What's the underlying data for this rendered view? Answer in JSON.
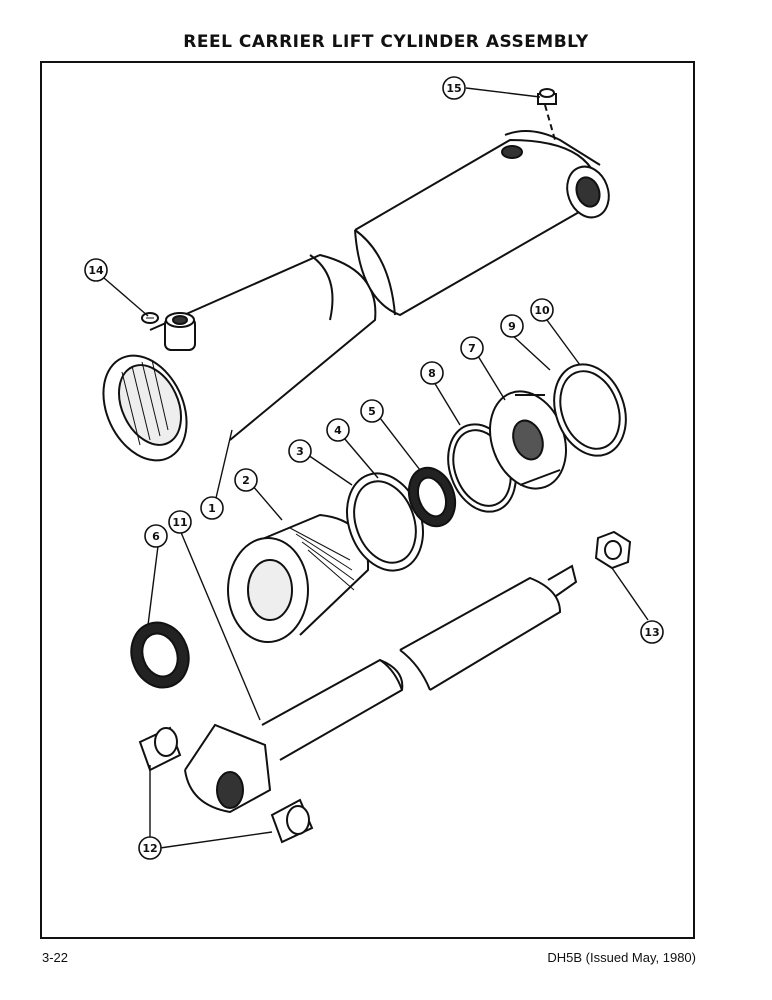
{
  "title": "REEL CARRIER LIFT CYLINDER ASSEMBLY",
  "footer": {
    "page": "3-22",
    "doc": "DH5B (Issued May, 1980)"
  },
  "callouts": {
    "c1": "1",
    "c2": "2",
    "c3": "3",
    "c4": "4",
    "c5": "5",
    "c6": "6",
    "c7": "7",
    "c8": "8",
    "c9": "9",
    "c10": "10",
    "c11": "11",
    "c12": "12",
    "c13": "13",
    "c14": "14",
    "c15": "15"
  }
}
